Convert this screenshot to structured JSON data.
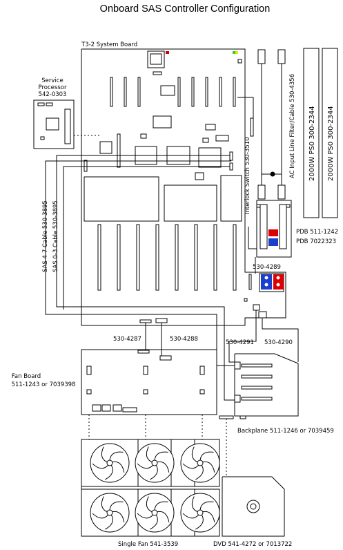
{
  "title": "Onboard SAS Controller Configuration",
  "labels": {
    "system_board": "T3-2  System Board",
    "service_processor_1": "Service",
    "service_processor_2": "Processor",
    "service_processor_3": "542-0303",
    "sas_cable_47": "SAS 4-7 Cable  530-3895",
    "sas_cable_03": "SAS 0-3  Cable  530-3895",
    "interlock_switch": "Interlock  Switch  530-3510",
    "ac_filter": "AC Input Line Filter/Cable 530-4356",
    "psu_1": "2000W  PS0  300-2344",
    "psu_2": "2000W  PS0  300-2344",
    "pdb_1": "PDB   511-1242",
    "pdb_2": "PDB   7022323",
    "cable_4289": "530-4289",
    "cable_4287": "530-4287",
    "cable_4288": "530-4288",
    "cable_4291": "530-4291",
    "cable_4290": "530-4290",
    "fan_board_1": "Fan Board",
    "fan_board_2": "511-1243   or  7039398",
    "backplane": "Backplane  511-1246  or  7039459",
    "single_fan": "Single  Fan  541-3539",
    "dvd": "DVD  541-4272  or  7013722"
  },
  "colors": {
    "line": "#000000",
    "connector_red": "#dd0000",
    "connector_blue": "#1a3fcc",
    "led_green": "#33cc33",
    "led_yellow": "#e6e600",
    "led_red": "#cc0000"
  }
}
